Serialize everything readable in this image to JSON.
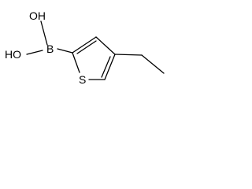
{
  "molecule": {
    "atoms": {
      "hydroxyl_top": "OH",
      "hydroxyl_bottom": "HO",
      "boron": "B",
      "sulfur": "S"
    }
  },
  "colors": {
    "bond": "#000000",
    "label": "#000000",
    "background": "#ffffff"
  }
}
